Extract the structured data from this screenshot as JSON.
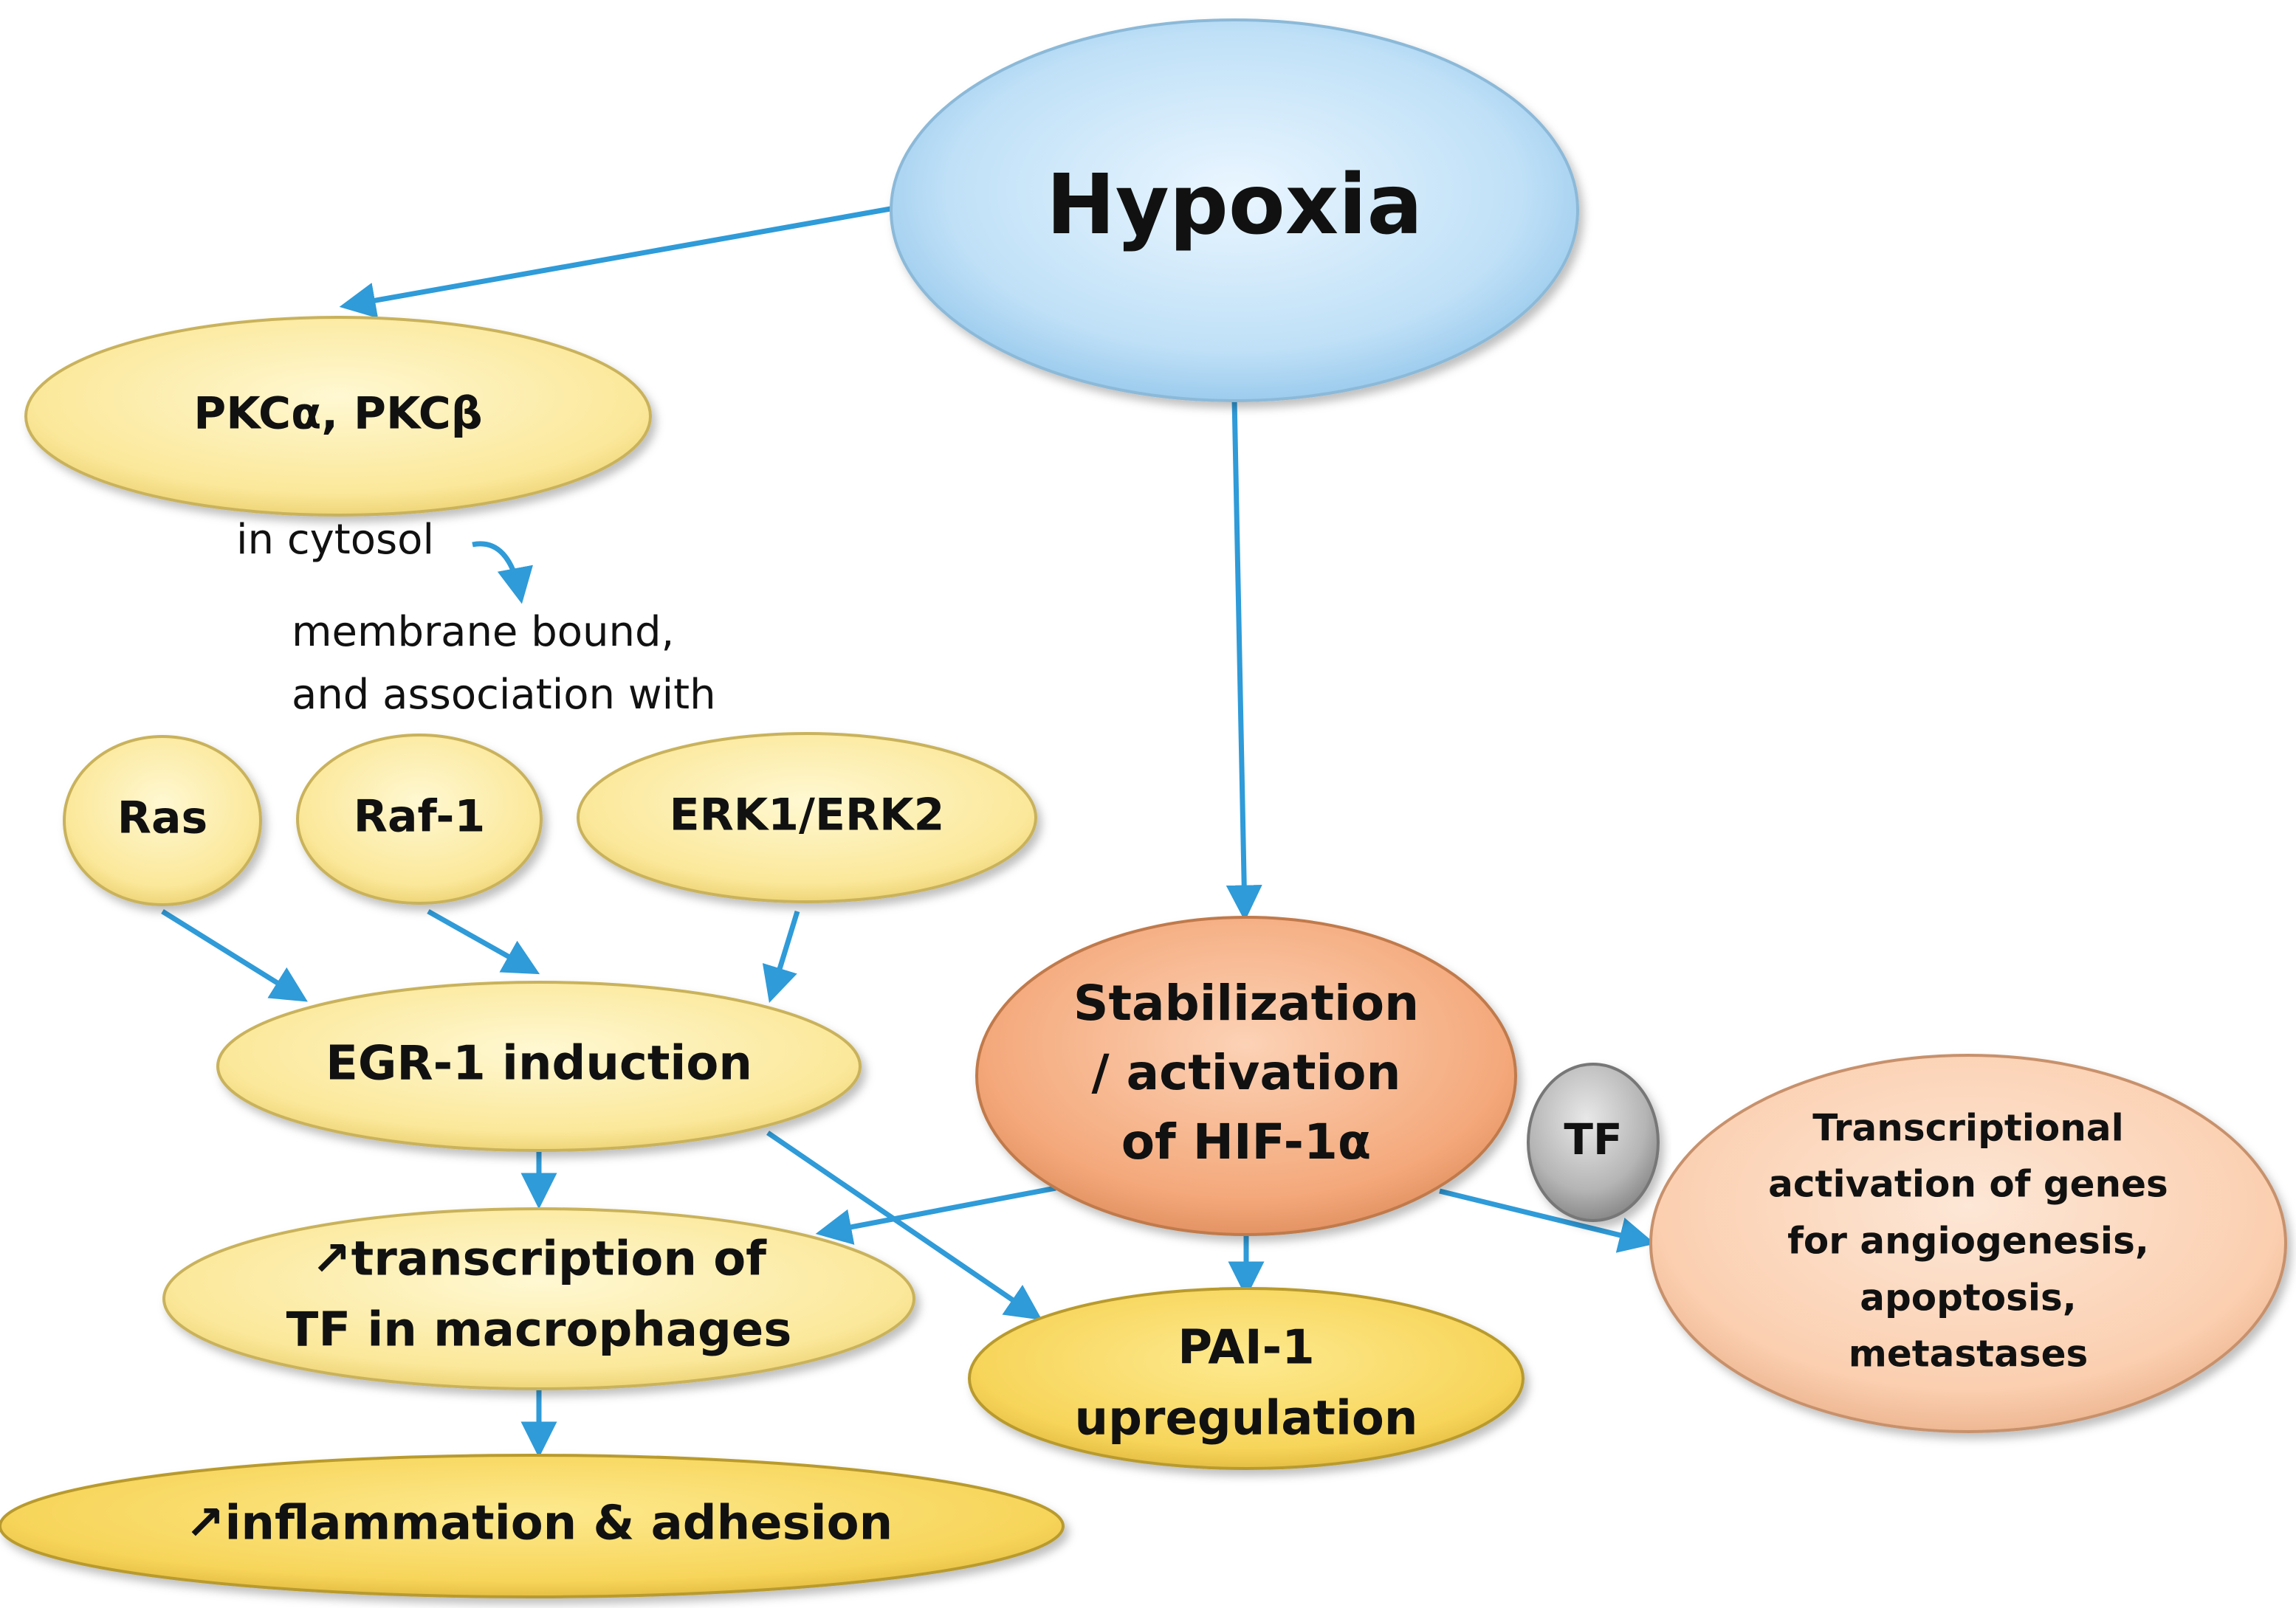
{
  "nodes": {
    "hypoxia": {
      "label": "Hypoxia"
    },
    "pkc": {
      "label": "PKCα, PKCβ"
    },
    "ras": {
      "label": "Ras"
    },
    "raf1": {
      "label": "Raf-1"
    },
    "erk": {
      "label": "ERK1/ERK2"
    },
    "egr1": {
      "label": "EGR-1 induction"
    },
    "tf_transcription": {
      "line1": "↗transcription of",
      "line2": "TF in macrophages"
    },
    "inflammation": {
      "label": "↗inflammation & adhesion"
    },
    "hif": {
      "line1": "Stabilization",
      "line2": "/ activation",
      "line3": "of HIF-1α"
    },
    "tf": {
      "label": "TF"
    },
    "pai1": {
      "line1": "PAI-1",
      "line2": "upregulation"
    },
    "transcriptional": {
      "line1": "Transcriptional",
      "line2": "activation of genes",
      "line3": "for angiogenesis,",
      "line4": "apoptosis,",
      "line5": "metastases"
    }
  },
  "annotations": {
    "cytosol": "in cytosol",
    "membrane_line1": "membrane bound,",
    "membrane_line2": "and association with"
  },
  "colors": {
    "arrow": "#2f9bd8",
    "hypoxia": "#bfe0f7",
    "pale_yellow": "#fbe89a",
    "gold": "#f7d55a",
    "hif": "#f4a87a",
    "transcriptional": "#fbcfb0",
    "tf": "#b5b5b5"
  }
}
